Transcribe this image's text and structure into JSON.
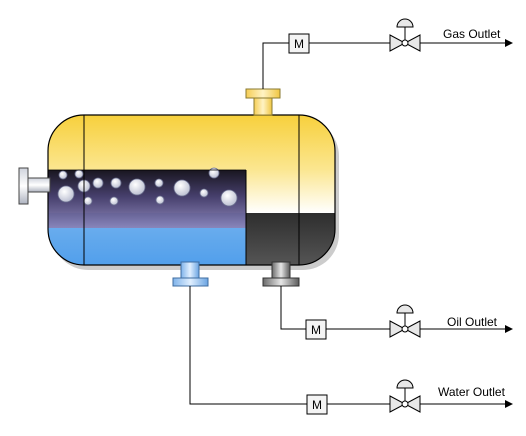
{
  "outlets": {
    "gas": {
      "label": "Gas Outlet",
      "meter": "M"
    },
    "oil": {
      "label": "Oil Outlet",
      "meter": "M"
    },
    "water": {
      "label": "Water Outlet",
      "meter": "M"
    }
  },
  "colors": {
    "gas_phase": "#f7d648",
    "oil_phase": "#454545",
    "water_phase": "#5ea9ee",
    "emulsion": "#241f3d",
    "vessel_outline": "#000000"
  }
}
